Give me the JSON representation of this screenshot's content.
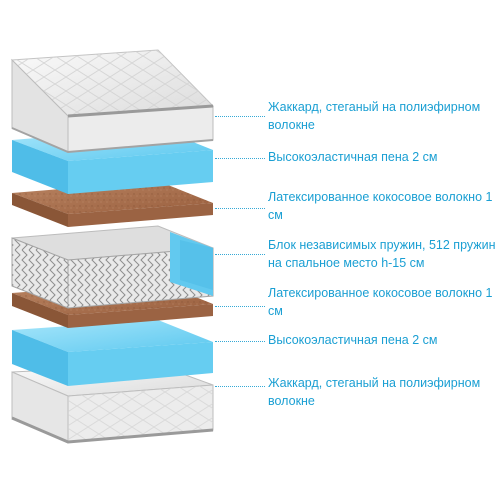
{
  "layers": [
    {
      "label": "Жаккард, стеганый на полиэфирном волокне",
      "material": "jacquard-quilted"
    },
    {
      "label": "Высокоэластичная пена 2 см",
      "material": "foam"
    },
    {
      "label": "Латексированное кокосовое волокно 1 см",
      "material": "coir"
    },
    {
      "label": "Блок независимых пружин, 512 пружин на спальное место h-15 см",
      "material": "springs"
    },
    {
      "label": "Латексированное кокосовое волокно 1 см",
      "material": "coir"
    },
    {
      "label": "Высокоэластичная пена 2 см",
      "material": "foam"
    },
    {
      "label": "Жаккард, стеганый на полиэфирном волокне",
      "material": "jacquard-quilted"
    }
  ],
  "colors": {
    "label_text": "#1a9fd3",
    "leader_line": "#35a9d6",
    "foam": "#6fd0f2",
    "coir": "#a86e4a",
    "jacquard": "#efefef",
    "springs": "#cfcfcf"
  }
}
